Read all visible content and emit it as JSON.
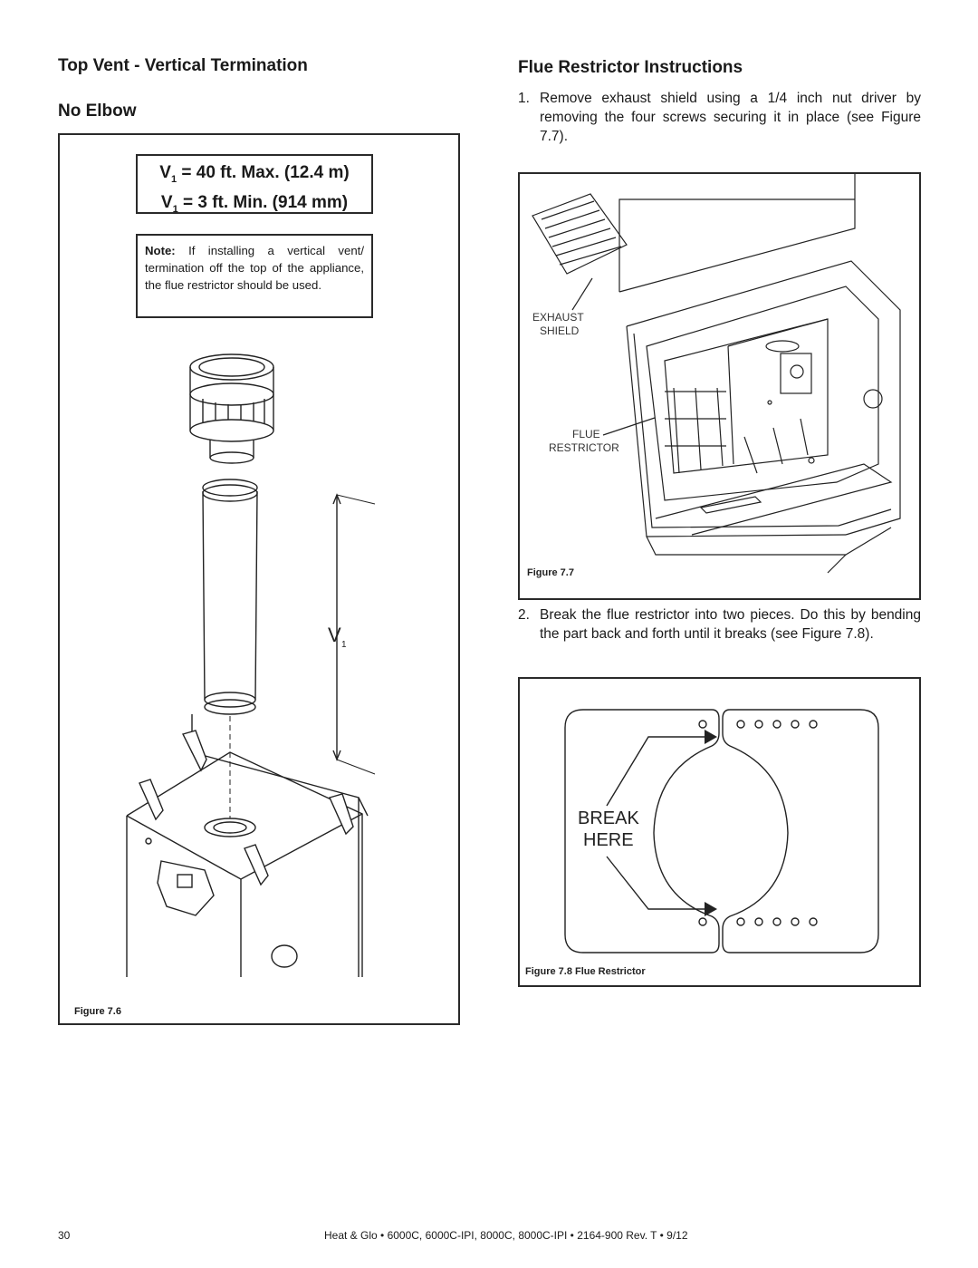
{
  "left": {
    "title": "Top Vent - Vertical Termination",
    "subtitle": "No Elbow",
    "vent_max": "= 40 ft. Max. (12.4 m)",
    "vent_min": "= 3 ft. Min. (914 mm)",
    "v_symbol": "V",
    "v_sub": "1",
    "note_label": "Note:",
    "note_text": " If installing a vertical vent/ termination off the top of the appliance, the flue restrictor should be used.",
    "figure_caption": "Figure 7.6"
  },
  "right": {
    "title": "Flue Restrictor Instructions",
    "step1_num": "1.",
    "step1_text": "Remove exhaust shield using a 1/4 inch nut driver by removing the four screws securing it in place (see Figure 7.7).",
    "fig77_label_exhaust_1": "EXHAUST",
    "fig77_label_exhaust_2": "SHIELD",
    "fig77_label_flue_1": "FLUE",
    "fig77_label_flue_2": "RESTRICTOR",
    "fig77_caption": "Figure 7.7",
    "step2_num": "2.",
    "step2_text": "Break the flue restrictor into two pieces. Do this by bending the part back and forth until it breaks (see Figure 7.8).",
    "fig78_break_1": "BREAK",
    "fig78_break_2": "HERE",
    "fig78_caption": "Figure 7.8  Flue Restrictor"
  },
  "footer": {
    "page_number": "30",
    "doc_info": "Heat & Glo  •  6000C, 6000C-IPI, 8000C, 8000C-IPI  •  2164-900 Rev. T  •  9/12"
  }
}
